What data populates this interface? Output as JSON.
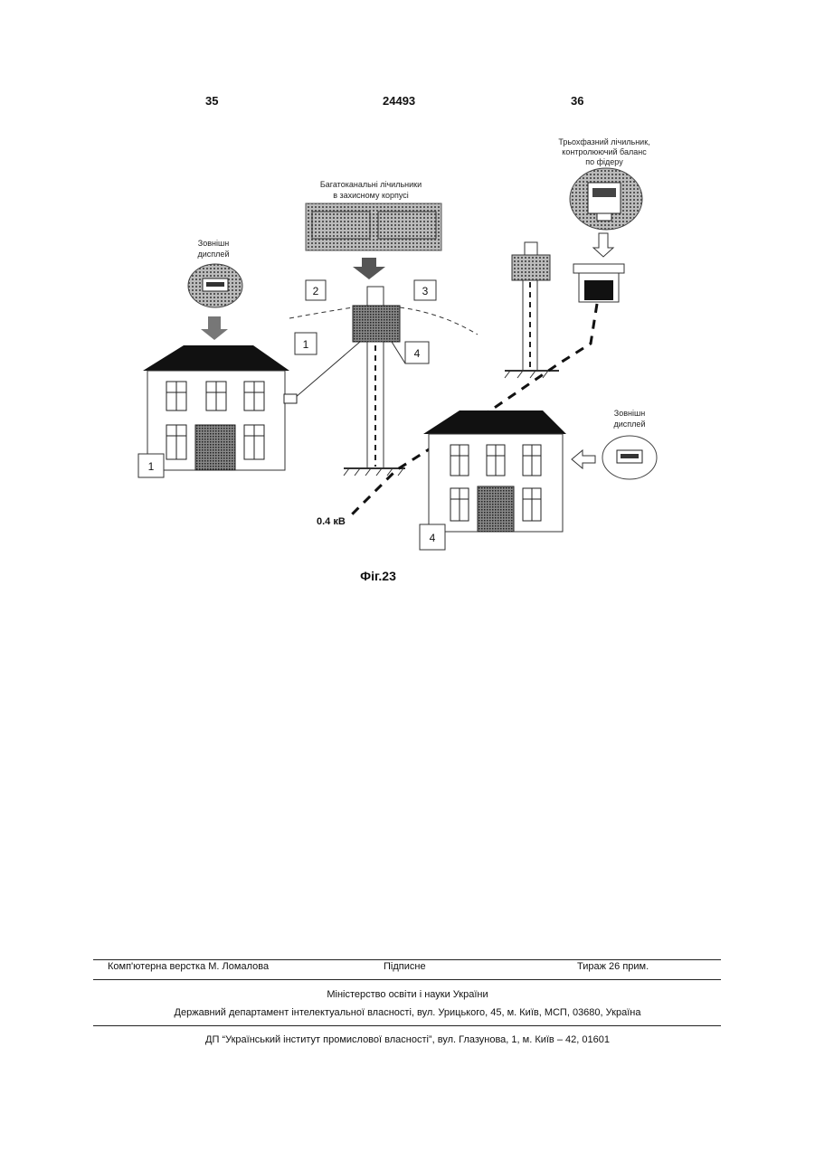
{
  "header": {
    "left_page": "35",
    "patent_number": "24493",
    "right_page": "36"
  },
  "figure": {
    "label_top_center_line1": "Багатоканальні лічильники",
    "label_top_center_line2": "в захисному корпусі",
    "label_top_right_line1": "Трьохфазний лічильник,",
    "label_top_right_line2": "контролюючий баланс",
    "label_top_right_line3": "по фідеру",
    "label_left_display_line1": "Зовнішн",
    "label_left_display_line2": "дисплей",
    "label_right_display_line1": "Зовнішн",
    "label_right_display_line2": "дисплей",
    "box_1_upper": "1",
    "box_2": "2",
    "box_3": "3",
    "box_4_upper": "4",
    "box_1_lower": "1",
    "box_4_lower": "4",
    "voltage": "0.4 кВ",
    "caption": "Фіг.23"
  },
  "footer": {
    "layout": "Комп'ютерна верстка М. Ломалова",
    "signed": "Підписне",
    "circulation": "Тираж 26 прим.",
    "ministry": "Міністерство освіти і науки України",
    "department": "Державний департамент інтелектуальної власності, вул. Урицького, 45, м. Київ, МСП, 03680, Україна",
    "institute": "ДП “Український інститут промислової власності”, вул. Глазунова, 1, м. Київ – 42, 01601"
  }
}
